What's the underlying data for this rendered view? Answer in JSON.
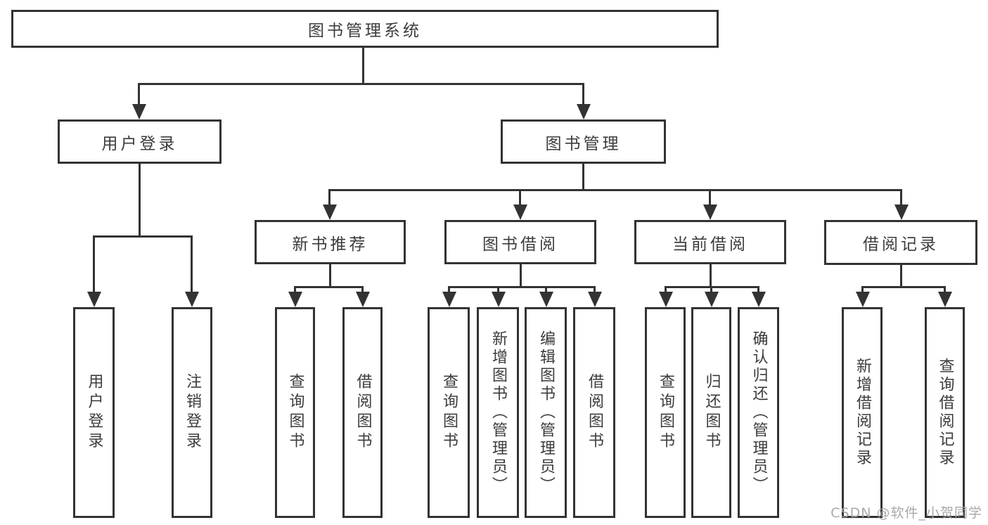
{
  "diagram": {
    "root": "图书管理系统",
    "level2": [
      "用户登录",
      "图书管理"
    ],
    "level3": [
      "新书推荐",
      "图书借阅",
      "当前借阅",
      "借阅记录"
    ],
    "leaves": {
      "login": [
        "用户登录",
        "注销登录"
      ],
      "recommend": [
        "查询图书",
        "借阅图书"
      ],
      "borrow": [
        "查询图书",
        "新增图书（管理员）",
        "编辑图书（管理员）",
        "借阅图书"
      ],
      "current": [
        "查询图书",
        "归还图书",
        "确认归还（管理员）"
      ],
      "records": [
        "新增借阅记录",
        "查询借阅记录"
      ]
    }
  },
  "watermark": "CSDN @软件_小贺同学",
  "colors": {
    "line": "#333333",
    "text": "#3c3c3c",
    "background": "#ffffff",
    "watermark": "#a2a2a2"
  }
}
